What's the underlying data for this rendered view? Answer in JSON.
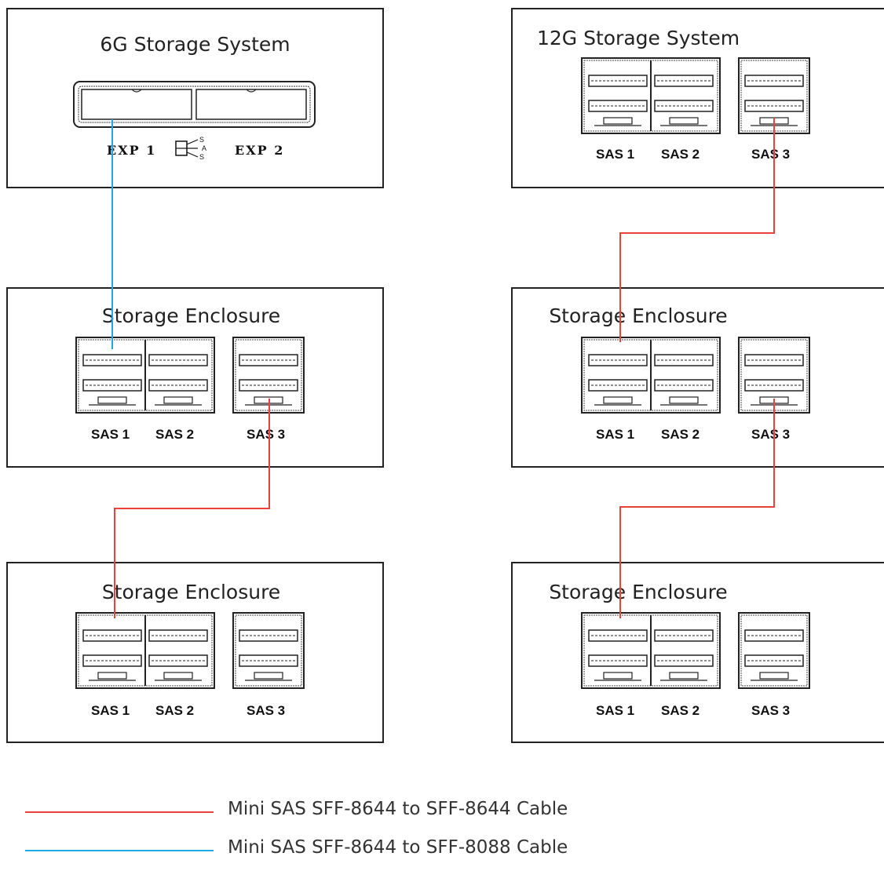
{
  "systems": {
    "sys6g": {
      "title": "6G Storage System",
      "exp1": "EXP 1",
      "exp2": "EXP 2",
      "sas_logo": [
        "S",
        "A",
        "S"
      ]
    },
    "sys12g": {
      "title": "12G Storage System",
      "ports": [
        "SAS 1",
        "SAS 2",
        "SAS 3"
      ]
    }
  },
  "enclosures": {
    "left1": {
      "title": "Storage Enclosure",
      "ports": [
        "SAS 1",
        "SAS 2",
        "SAS 3"
      ]
    },
    "left2": {
      "title": "Storage Enclosure",
      "ports": [
        "SAS 1",
        "SAS 2",
        "SAS 3"
      ]
    },
    "right1": {
      "title": "Storage Enclosure",
      "ports": [
        "SAS 1",
        "SAS 2",
        "SAS 3"
      ]
    },
    "right2": {
      "title": "Storage Enclosure",
      "ports": [
        "SAS 1",
        "SAS 2",
        "SAS 3"
      ]
    }
  },
  "legend": {
    "red": {
      "label": "Mini SAS SFF-8644 to SFF-8644 Cable",
      "color": "#e8423a"
    },
    "blue": {
      "label": "Mini SAS SFF-8644 to SFF-8088 Cable",
      "color": "#1ca9e6"
    }
  }
}
